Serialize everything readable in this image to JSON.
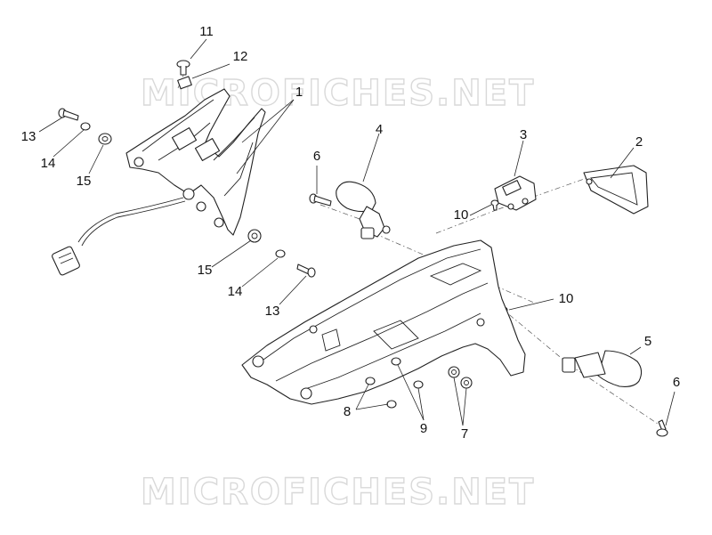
{
  "watermark": {
    "top": "MICROFICHES.NET",
    "bottom": "MICROFICHES.NET"
  },
  "callouts": {
    "c1": "1",
    "c2": "2",
    "c3": "3",
    "c4": "4",
    "c5": "5",
    "c6a": "6",
    "c6b": "6",
    "c7": "7",
    "c8": "8",
    "c9": "9",
    "c10a": "10",
    "c10b": "10",
    "c11": "11",
    "c12": "12",
    "c13a": "13",
    "c13b": "13",
    "c14a": "14",
    "c14b": "14",
    "c15a": "15",
    "c15b": "15"
  }
}
